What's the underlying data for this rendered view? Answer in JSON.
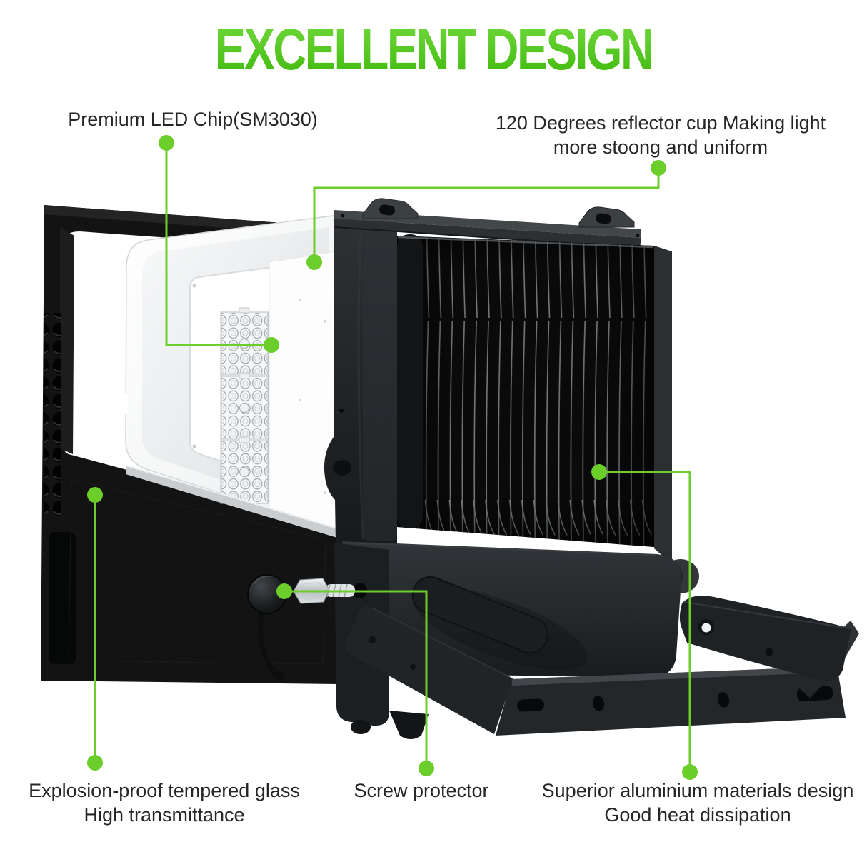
{
  "title": "EXCELLENT DESIGN",
  "callouts": {
    "led_chip": {
      "line1": "Premium LED Chip(SM3030)"
    },
    "reflector_cup": {
      "line1": "120 Degrees reflector cup Making light",
      "line2": "more stoong and uniform"
    },
    "tempered_glass": {
      "line1": "Explosion-proof tempered glass",
      "line2": "High transmittance"
    },
    "screw_protector": {
      "line1": "Screw protector"
    },
    "aluminium_body": {
      "line1": "Superior aluminium materials design",
      "line2": "Good heat dissipation"
    }
  },
  "colors": {
    "title_green_top": "#74DB40",
    "title_green_bottom": "#46BD12",
    "callout_green": "#6CCE2B",
    "label_text": "#262626",
    "background": "#FFFFFF",
    "product_black": "#0B0B0C"
  }
}
